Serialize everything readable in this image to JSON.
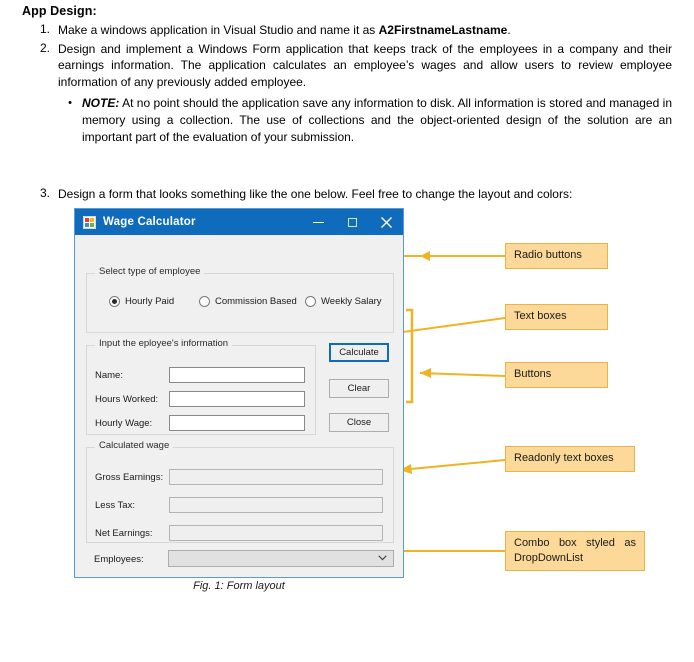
{
  "document": {
    "title": "App Design:",
    "items": [
      {
        "num": "1.",
        "text_before": "Make a windows application in Visual Studio and name it as ",
        "bold": "A2FirstnameLastname",
        "text_after": "."
      },
      {
        "num": "2.",
        "text": "Design and implement a Windows Form application that keeps track of the employees in a company and their earnings information. The application calculates an employee’s wages and allow users to review employee information of any previously added employee.",
        "sub": {
          "bullet": "•",
          "note_label": "NOTE:",
          "note_text": " At no point should the application save any information to disk. All information is stored and managed in memory using a collection. The use of collections and the object-oriented design of the solution are an important part of the evaluation of your submission."
        }
      },
      {
        "num": "3.",
        "text": "Design a form that looks something like the one below. Feel free to change the layout and colors:"
      }
    ],
    "figure_caption": "Fig. 1: Form layout"
  },
  "form": {
    "titlebar": {
      "title": "Wage Calculator",
      "minimize": "–",
      "maximize": "□",
      "close": "×"
    },
    "employee_type_group": {
      "label": "Select type of employee",
      "options": [
        {
          "label": "Hourly Paid",
          "selected": true
        },
        {
          "label": "Commission Based",
          "selected": false
        },
        {
          "label": "Weekly Salary",
          "selected": false
        }
      ]
    },
    "input_group": {
      "label": "Input the eployee's information",
      "fields": [
        {
          "label": "Name:",
          "value": ""
        },
        {
          "label": "Hours Worked:",
          "value": ""
        },
        {
          "label": "Hourly Wage:",
          "value": ""
        }
      ]
    },
    "buttons": [
      {
        "label": "Calculate",
        "focused": true
      },
      {
        "label": "Clear",
        "focused": false
      },
      {
        "label": "Close",
        "focused": false
      }
    ],
    "calculated_group": {
      "label": "Calculated wage",
      "fields": [
        {
          "label": "Gross Earnings:",
          "value": ""
        },
        {
          "label": "Less Tax:",
          "value": ""
        },
        {
          "label": "Net Earnings:",
          "value": ""
        }
      ]
    },
    "employees": {
      "label": "Employees:",
      "selected": "",
      "chevron": "∨"
    }
  },
  "annotations": [
    {
      "id": "radio-buttons",
      "text": "Radio buttons"
    },
    {
      "id": "text-boxes",
      "text": "Text boxes"
    },
    {
      "id": "buttons",
      "text": "Buttons"
    },
    {
      "id": "readonly-text-boxes",
      "text": "Readonly text boxes"
    },
    {
      "id": "combo-box",
      "text": "Combo box styled as DropDownList"
    }
  ],
  "colors": {
    "titlebar": "#0f6cbd",
    "window_border": "#5b9bd5",
    "annotation_fill": "#fcd998",
    "annotation_stroke": "#e8b44a",
    "leader_line": "#f0b323",
    "form_background": "#f0f0f0"
  }
}
